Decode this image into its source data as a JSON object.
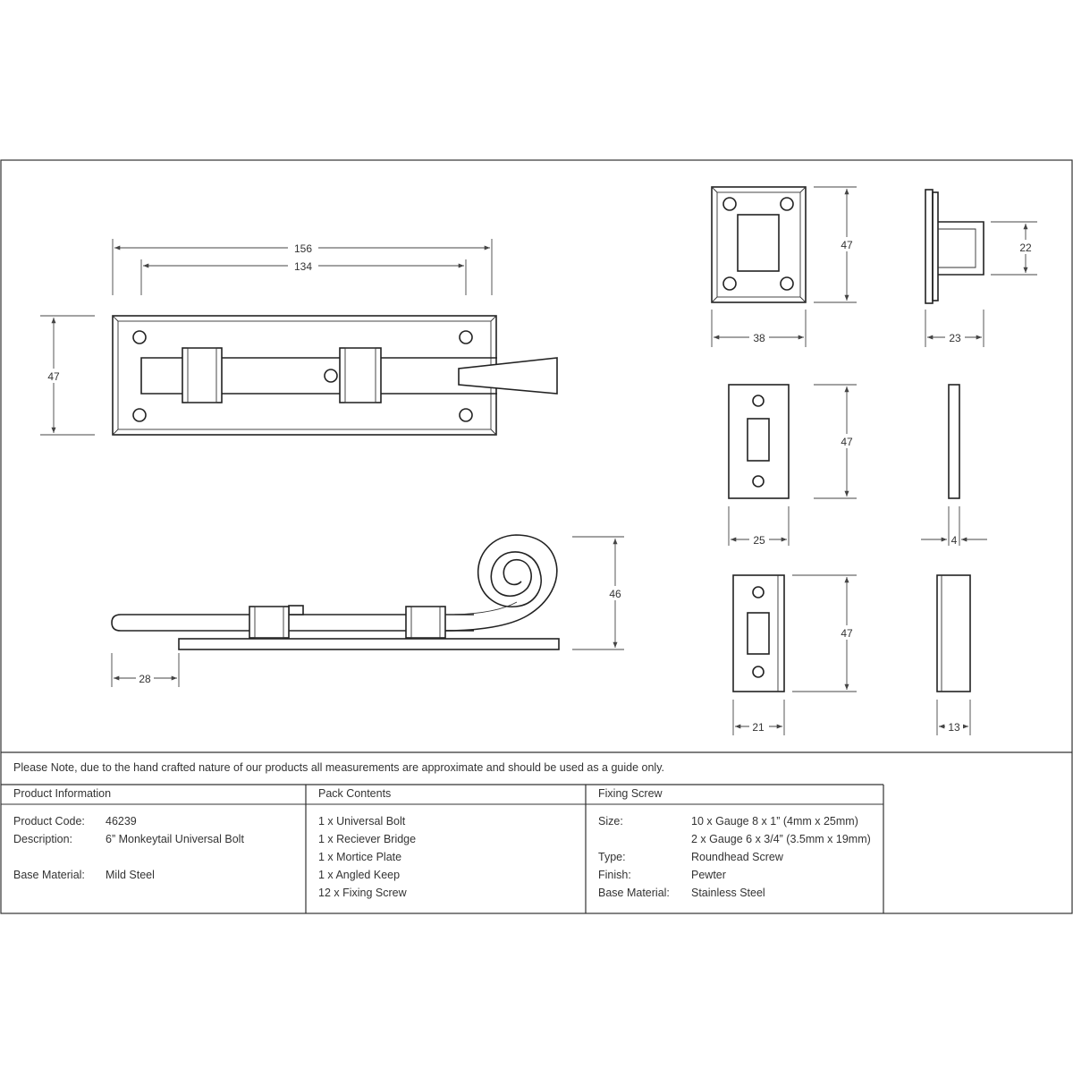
{
  "dimensions": {
    "bolt_length": "156",
    "hole_spacing": "134",
    "bolt_height": "47",
    "tail_offset": "28",
    "tail_height": "46",
    "bridge_height": "47",
    "bridge_width": "38",
    "bridge_loop": "22",
    "bridge_depth": "23",
    "mortice_height": "47",
    "mortice_width": "25",
    "mortice_depth": "4",
    "keep_height": "47",
    "keep_width": "21",
    "keep_depth": "13"
  },
  "note": "Please Note, due to the hand crafted nature of our products all measurements are approximate and should be used as a guide only.",
  "product_info": {
    "heading": "Product Information",
    "rows": [
      {
        "label": "Product Code:",
        "value": "46239"
      },
      {
        "label": "Description:",
        "value": "6” Monkeytail Universal Bolt"
      },
      {
        "label": "Base Material:",
        "value": "Mild Steel"
      }
    ]
  },
  "pack_contents": {
    "heading": "Pack Contents",
    "items": [
      "1 x Universal Bolt",
      "1 x Reciever Bridge",
      "1 x Mortice Plate",
      "1 x Angled Keep",
      "12 x Fixing Screw"
    ]
  },
  "fixing_screw": {
    "heading": "Fixing Screw",
    "size_label": "Size:",
    "size_values": [
      "10 x Gauge 8 x 1” (4mm x 25mm)",
      "2 x Gauge 6 x 3/4” (3.5mm x 19mm)"
    ],
    "type_label": "Type:",
    "type_value": "Roundhead Screw",
    "finish_label": "Finish:",
    "finish_value": "Pewter",
    "material_label": "Base Material:",
    "material_value": "Stainless Steel"
  }
}
